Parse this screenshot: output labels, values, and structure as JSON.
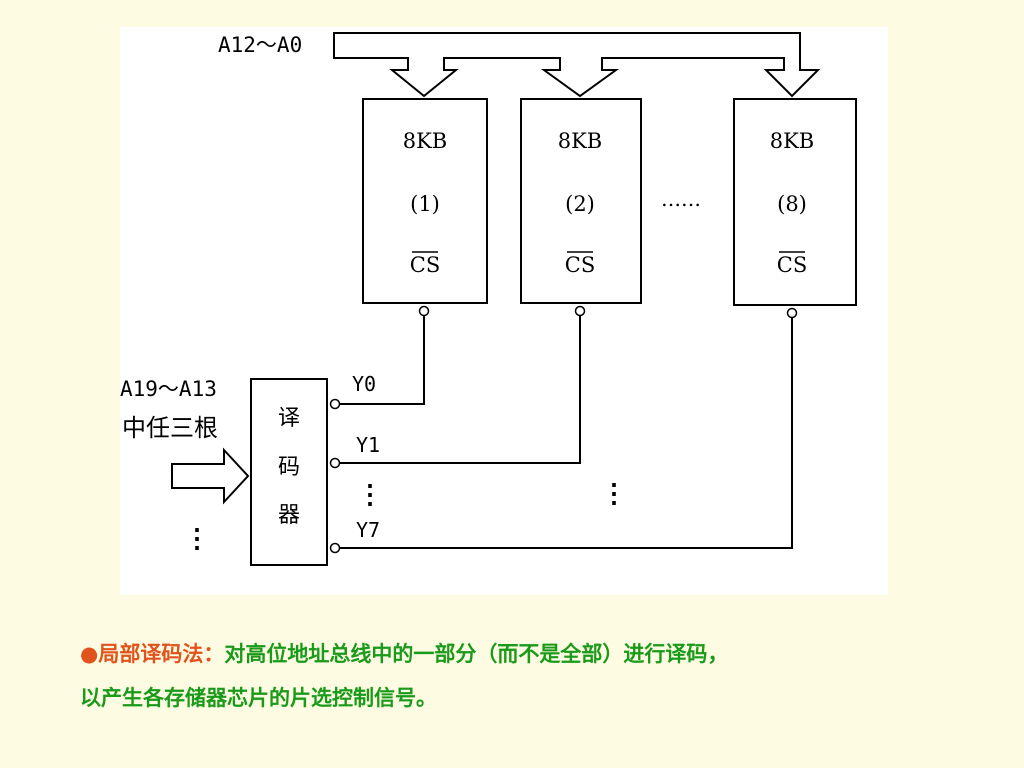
{
  "diagram": {
    "address_bus_label": "A12～A0",
    "chips": [
      {
        "size": "8KB",
        "index": "(1)",
        "cs": "CS"
      },
      {
        "size": "8KB",
        "index": "(2)",
        "cs": "CS"
      },
      {
        "size": "8KB",
        "index": "(8)",
        "cs": "CS"
      }
    ],
    "ellipsis": "……",
    "decoder": {
      "input_label_line1": "A19～A13",
      "input_label_line2": "中任三根",
      "name_chars": [
        "译",
        "码",
        "器"
      ],
      "outputs": [
        "Y0",
        "Y1",
        "Y7"
      ]
    },
    "vertical_dots": "⋮"
  },
  "caption": {
    "bullet": "●",
    "heading": "局部译码法：",
    "line1_text": "对高位地址总线中的一部分（而不是全部）进行译码，",
    "line2_text": "以产生各存储器芯片的片选控制信号。"
  }
}
